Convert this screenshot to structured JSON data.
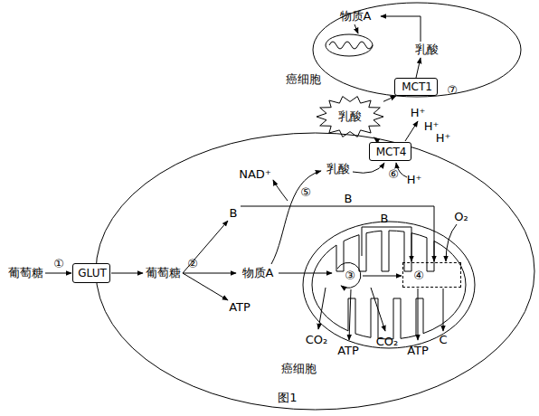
{
  "diagram": {
    "caption": "图1",
    "nodes": [
      {
        "text": [
          "癌细胞"
        ]
      },
      {
        "text": [
          "MCT1"
        ],
        "in": 0
      },
      {
        "text": [
          "乳酸"
        ]
      },
      {
        "text": [
          "癌细胞"
        ]
      },
      {
        "text": [
          "MCT4"
        ],
        "in": 3
      },
      {
        "text": [
          "GLUT"
        ],
        "in": 3
      },
      {
        "text": [
          "④"
        ],
        "in": 3
      }
    ],
    "edges": [
      {
        "from": 4,
        "to": 2,
        "arrow": "to"
      },
      {
        "from": 2,
        "to": 1,
        "arrow": "to"
      }
    ],
    "labels": [
      "物质A",
      "乳酸",
      "⑦",
      "H⁺",
      "H⁺",
      "H⁺",
      "乳酸",
      "⑥",
      "H⁺",
      "NAD⁺",
      "⑤",
      "B",
      "B",
      "B",
      "O₂",
      "葡萄糖",
      "①",
      "葡萄糖",
      "②",
      "物质A",
      "ATP",
      "③",
      "CO₂",
      "ATP",
      "CO₂",
      "ATP",
      "C"
    ]
  }
}
